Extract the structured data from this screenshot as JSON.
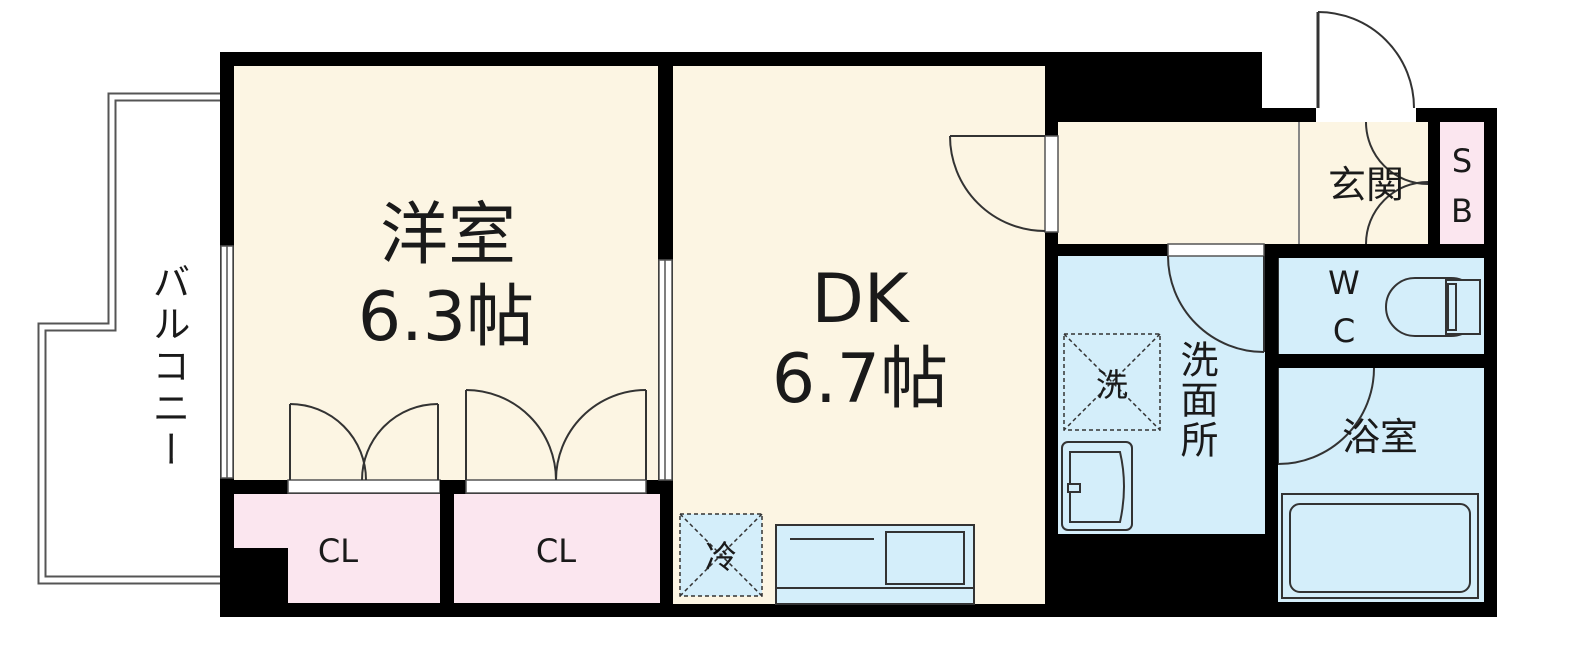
{
  "colors": {
    "wall": "#000000",
    "room_beige": "#fcf5e3",
    "closet_pink": "#fbe6ef",
    "wet_blue": "#d4eefa",
    "fixture_stroke": "#3a3a3a"
  },
  "rooms": {
    "western_room": {
      "name": "洋室",
      "size": "6.3帖"
    },
    "dk": {
      "name": "DK",
      "size": "6.7帖"
    },
    "entrance": {
      "name": "玄関"
    },
    "shoe_box": {
      "line1": "S",
      "line2": "B"
    },
    "closet_left": {
      "name": "CL"
    },
    "closet_right": {
      "name": "CL"
    },
    "washroom": {
      "name": "洗面所"
    },
    "toilet": {
      "line1": "W",
      "line2": "C"
    },
    "bathroom": {
      "name": "浴室"
    },
    "balcony": {
      "name": "バルコニー"
    }
  },
  "fixtures": {
    "washer_space": {
      "label": "洗"
    },
    "fridge_space": {
      "label": "冷"
    }
  }
}
